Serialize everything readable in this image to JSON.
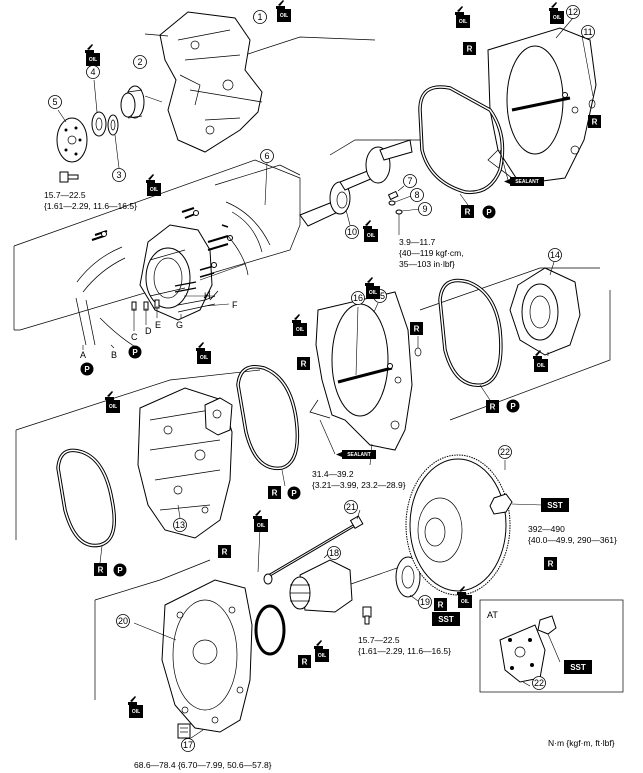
{
  "callouts": [
    {
      "id": "c1",
      "label": "1"
    },
    {
      "id": "c2",
      "label": "2"
    },
    {
      "id": "c3",
      "label": "3"
    },
    {
      "id": "c4",
      "label": "4"
    },
    {
      "id": "c5",
      "label": "5"
    },
    {
      "id": "c6",
      "label": "6"
    },
    {
      "id": "c7",
      "label": "7"
    },
    {
      "id": "c8",
      "label": "8"
    },
    {
      "id": "c9",
      "label": "9"
    },
    {
      "id": "c10",
      "label": "10"
    },
    {
      "id": "c11",
      "label": "11"
    },
    {
      "id": "c12",
      "label": "12"
    },
    {
      "id": "c13",
      "label": "13"
    },
    {
      "id": "c14",
      "label": "14"
    },
    {
      "id": "c15",
      "label": "15"
    },
    {
      "id": "c16",
      "label": "16"
    },
    {
      "id": "c17",
      "label": "17"
    },
    {
      "id": "c18",
      "label": "18"
    },
    {
      "id": "c19",
      "label": "19"
    },
    {
      "id": "c20",
      "label": "20"
    },
    {
      "id": "c21",
      "label": "21"
    },
    {
      "id": "c22a",
      "label": "22"
    },
    {
      "id": "c22b",
      "label": "22"
    }
  ],
  "letters": {
    "A": "A",
    "B": "B",
    "C": "C",
    "D": "D",
    "E": "E",
    "F": "F",
    "G": "G",
    "H": "H"
  },
  "symbols": {
    "oil": "OIL",
    "replace": "R",
    "petroleum_jelly": "P",
    "sealant": "SEALANT",
    "sst": "SST"
  },
  "torque": {
    "t1_line1": "15.7—22.5",
    "t1_line2": "{1.61—2.29, 11.6—16.5}",
    "t2_line1": "3.9—11.7",
    "t2_line2": "{40—119 kgf·cm,",
    "t2_line3": "35—103 in·lbf}",
    "t3_line1": "31.4—39.2",
    "t3_line2": "{3.21—3.99, 23.2—28.9}",
    "t4_line1": "392—490",
    "t4_line2": "{40.0—49.9, 290—361}",
    "t5_line1": "15.7—22.5",
    "t5_line2": "{1.61—2.29, 11.6—16.5}",
    "t6_line1": "68.6—78.4 {6.70—7.99, 50.6—57.8}"
  },
  "labels": {
    "at": "AT",
    "units": "N·m {kgf·m, ft·lbf}"
  },
  "icons": {
    "oil_can": "oil-can-icon",
    "replace_box": "replace-box-icon",
    "petroleum_jelly": "petroleum-jelly-icon",
    "sealant_tube": "sealant-tube-icon",
    "sst_box": "sst-tool-icon"
  }
}
